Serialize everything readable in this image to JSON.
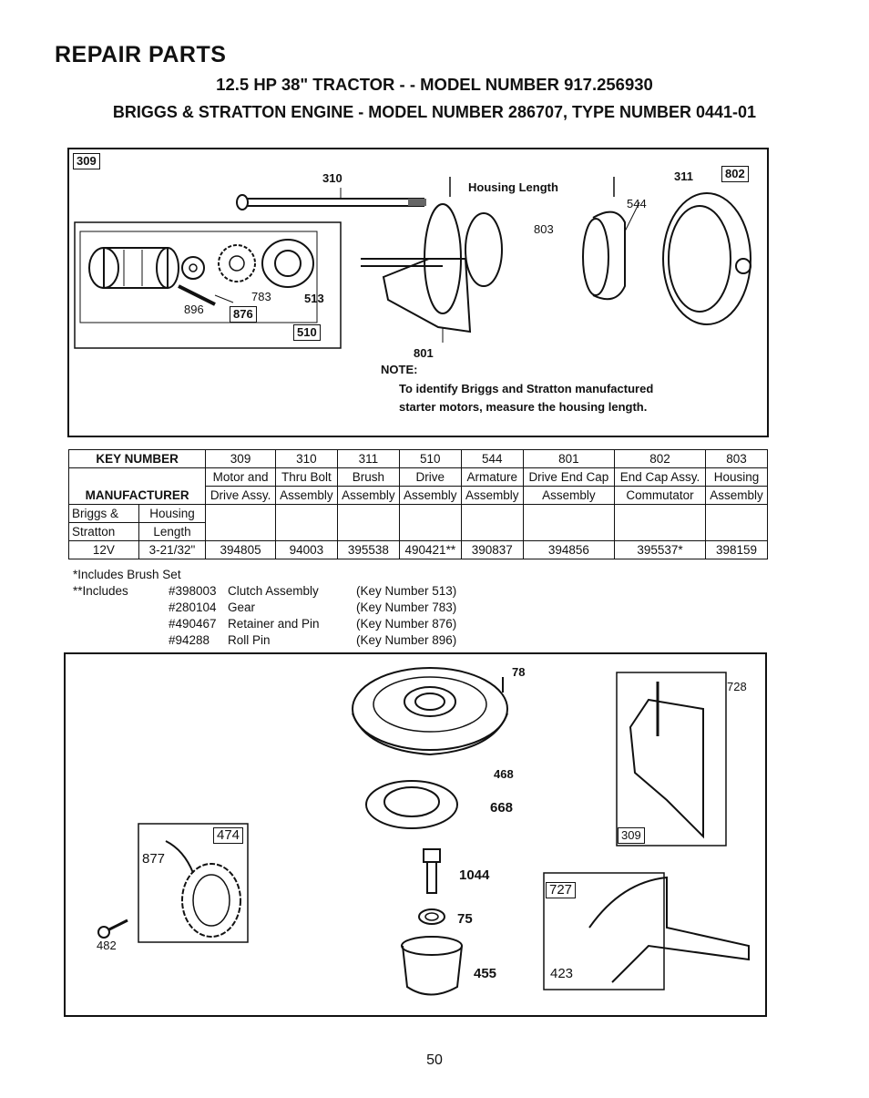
{
  "header": {
    "title": "REPAIR PARTS",
    "subtitle": "12.5 HP 38\" TRACTOR - - MODEL NUMBER 917.256930",
    "engine": "BRIGGS & STRATTON ENGINE - MODEL NUMBER 286707, TYPE NUMBER 0441-01"
  },
  "diagram_top": {
    "labels": {
      "k309": "309",
      "k310": "310",
      "k311": "311",
      "k802": "802",
      "k544": "544",
      "k803": "803",
      "k783": "783",
      "k513": "513",
      "k896": "896",
      "k876": "876",
      "k510": "510",
      "k801": "801"
    },
    "housing_length": "Housing Length",
    "note_title": "NOTE:",
    "note_line1": "To identify Briggs and Stratton manufactured",
    "note_line2": "starter motors, measure the housing length."
  },
  "table": {
    "key_number_label": "KEY NUMBER",
    "manufacturer_label": "MANUFACTURER",
    "key_numbers": [
      "309",
      "310",
      "311",
      "510",
      "544",
      "801",
      "802",
      "803"
    ],
    "desc_line1": [
      "Motor and",
      "Thru Bolt",
      "Brush",
      "Drive",
      "Armature",
      "Drive End Cap",
      "End Cap Assy.",
      "Housing"
    ],
    "desc_line2": [
      "Drive Assy.",
      "Assembly",
      "Assembly",
      "Assembly",
      "Assembly",
      "Assembly",
      "Commutator",
      "Assembly"
    ],
    "sub_left1": "Briggs &",
    "sub_left2": "Stratton",
    "sub_right1": "Housing",
    "sub_right2": "Length",
    "voltage": "12V",
    "length": "3-21/32\"",
    "part_numbers": [
      "394805",
      "94003",
      "395538",
      "490421**",
      "390837",
      "394856",
      "395537*",
      "398159"
    ]
  },
  "footnotes": {
    "note1": "*Includes Brush Set",
    "note2_label": "**Includes",
    "items": [
      {
        "part": "#398003",
        "desc": "Clutch Assembly",
        "key": "(Key Number 513)"
      },
      {
        "part": "#280104",
        "desc": "Gear",
        "key": "(Key Number 783)"
      },
      {
        "part": "#490467",
        "desc": "Retainer and Pin",
        "key": "(Key Number 876)"
      },
      {
        "part": "#94288",
        "desc": "Roll Pin",
        "key": "(Key Number 896)"
      }
    ]
  },
  "diagram_bottom": {
    "labels": {
      "k78": "78",
      "k468": "468",
      "k668": "668",
      "k1044": "1044",
      "k75": "75",
      "k455": "455",
      "k728": "728",
      "k309": "309",
      "k727": "727",
      "k423": "423",
      "k474": "474",
      "k877": "877",
      "k482": "482"
    }
  },
  "page_number": "50"
}
